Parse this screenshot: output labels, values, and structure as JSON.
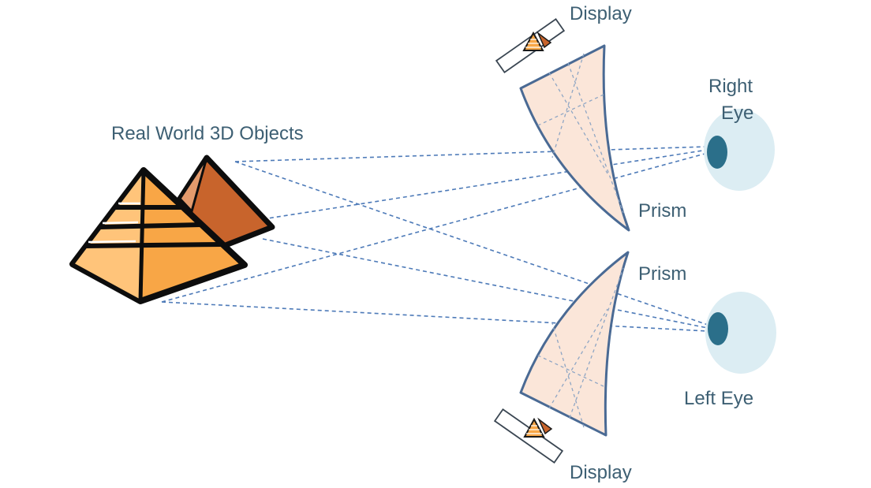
{
  "labels": {
    "objects": "Real World 3D Objects",
    "display_top": "Display",
    "display_bottom": "Display",
    "right_eye_line1": "Right",
    "right_eye_line2": "Eye",
    "left_eye": "Left Eye",
    "prism_top": "Prism",
    "prism_bottom": "Prism"
  },
  "colors": {
    "text": "#3d5f73",
    "ray": "#4d7ab8",
    "prism_fill": "#fbe6d9",
    "prism_stroke": "#4a6a94",
    "eye_white": "#dcedf3",
    "pupil": "#2b6f8a",
    "pyramid_light": "#f8a646",
    "pyramid_shade": "#e58a2a",
    "pyramid_back": "#c8642c",
    "pyramid_outline": "#0d0d0d"
  }
}
